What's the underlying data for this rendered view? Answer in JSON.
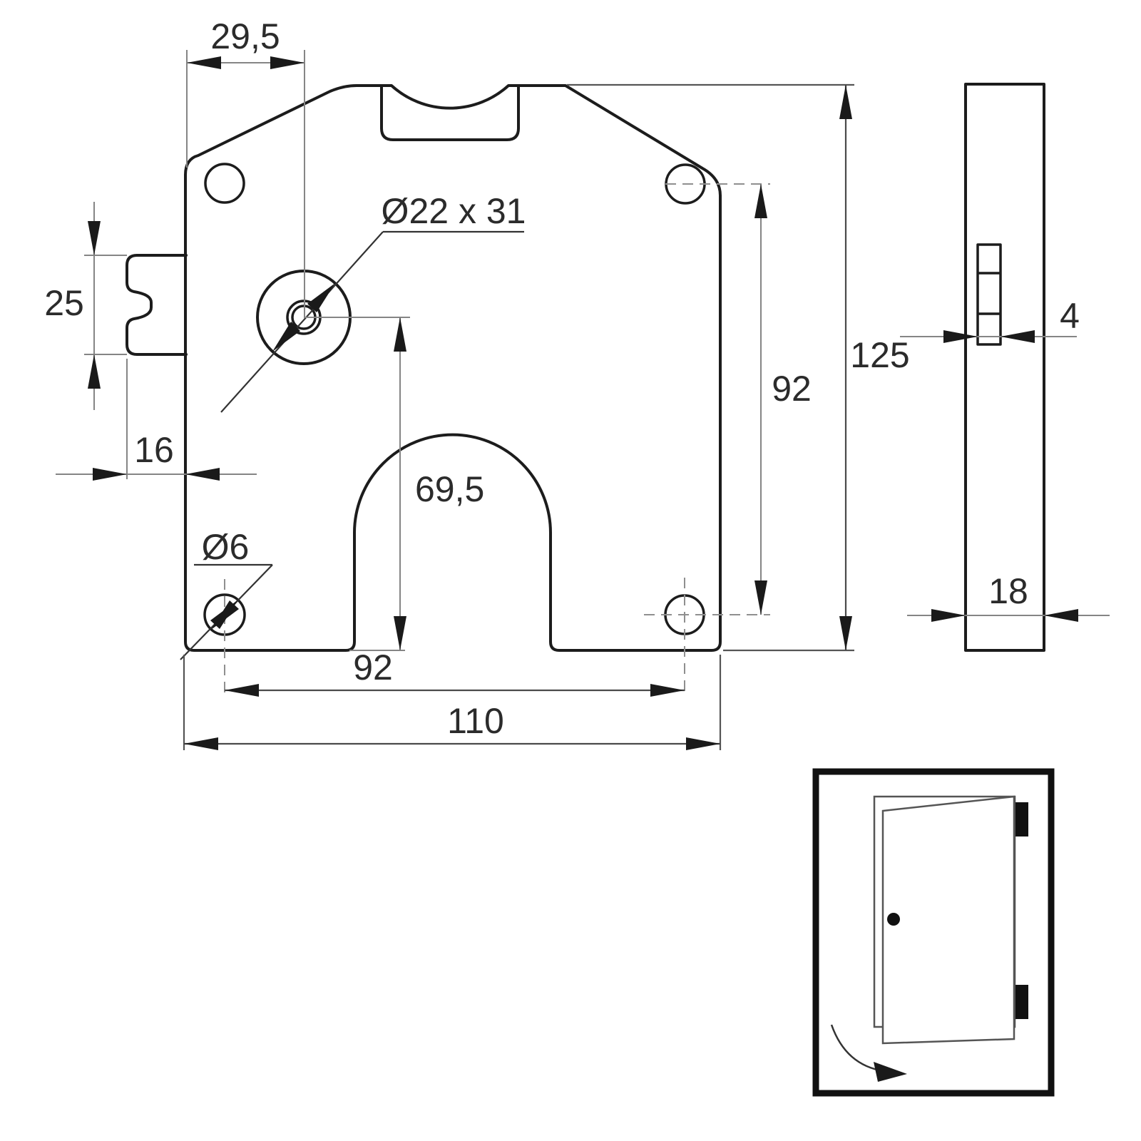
{
  "colors": {
    "outline": "#1c1c1c",
    "dimension_line": "#858585",
    "leader_line": "#333333",
    "text": "#2b2b2b",
    "background": "#ffffff"
  },
  "views": {
    "front_view": "front view of lock plate",
    "side_view": "side profile of lock body",
    "inset": "door swing direction pictogram"
  },
  "dimensions": {
    "hub_offset_from_left": "29,5",
    "latch_height": "25",
    "latch_protrusion": "16",
    "hub_bore": "Ø22 x 31",
    "mount_hole": "Ø6",
    "hub_to_bottom_edge": "69,5",
    "hole_spacing_vertical": "92",
    "overall_height": "125",
    "slider_thickness": "4",
    "hole_spacing_horizontal": "92",
    "overall_width": "110",
    "body_depth": "18"
  }
}
